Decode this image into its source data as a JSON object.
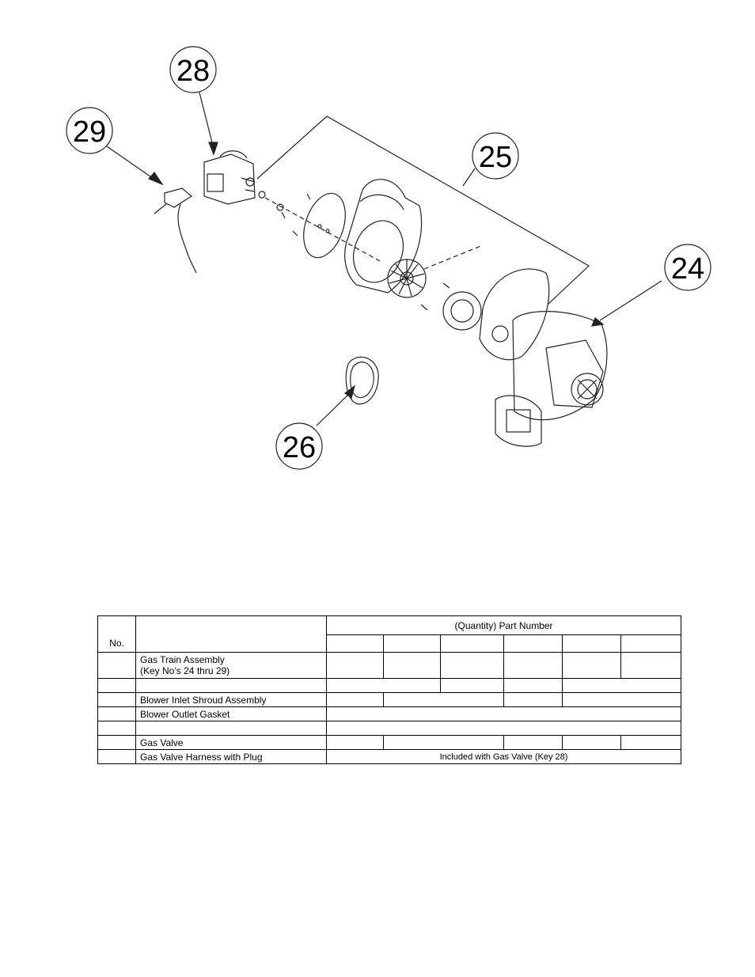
{
  "callouts": [
    "24",
    "25",
    "26",
    "28",
    "29"
  ],
  "table": {
    "col_no_label": "No.",
    "col_qty_header": "(Quantity) Part Number",
    "rows": [
      {
        "desc": "Gas Train Assembly",
        "desc2": "(Key No’s 24 thru 29)"
      },
      {
        "desc": ""
      },
      {
        "desc": "Blower Inlet Shroud Assembly"
      },
      {
        "desc": "Blower Outlet Gasket"
      },
      {
        "desc": ""
      },
      {
        "desc": "Gas Valve"
      },
      {
        "desc": "Gas Valve Harness with Plug",
        "merged_value": "Included with Gas Valve (Key 28)"
      }
    ]
  }
}
